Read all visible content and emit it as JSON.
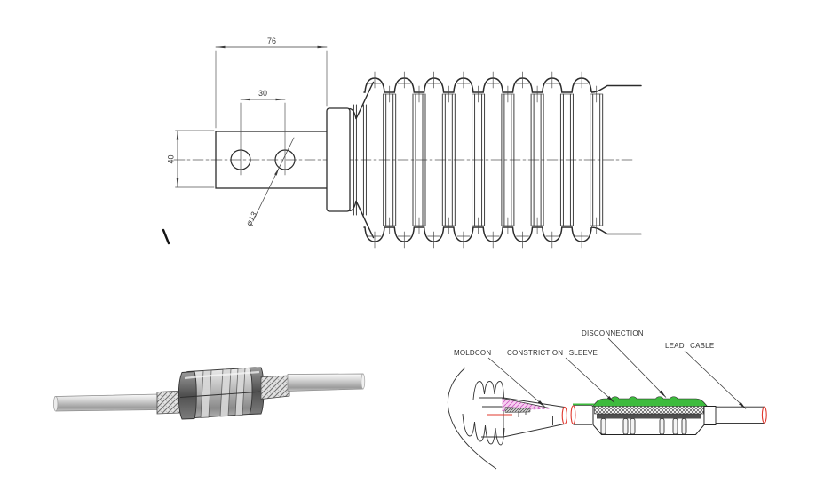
{
  "page": {
    "background": "#ffffff"
  },
  "termination_drawing": {
    "dimensions": {
      "overall_length": "76",
      "hole_spacing": "30",
      "lug_height": "40",
      "hole_diameter": "φ13"
    }
  },
  "joint_diagram": {
    "labels": {
      "moldcon": "MOLDCON",
      "constriction_sleeve": "CONSTRICTION SLEEVE",
      "disconnection": "DISCONNECTION",
      "lead_cable": "LEAD CABLE"
    },
    "colors": {
      "sleeve_green": "#3dbb3d",
      "moldcon_pink": "#f7cdf0",
      "hatch_pink": "#cf5fc4",
      "cable_red": "#e0382e",
      "line": "#262626"
    }
  }
}
